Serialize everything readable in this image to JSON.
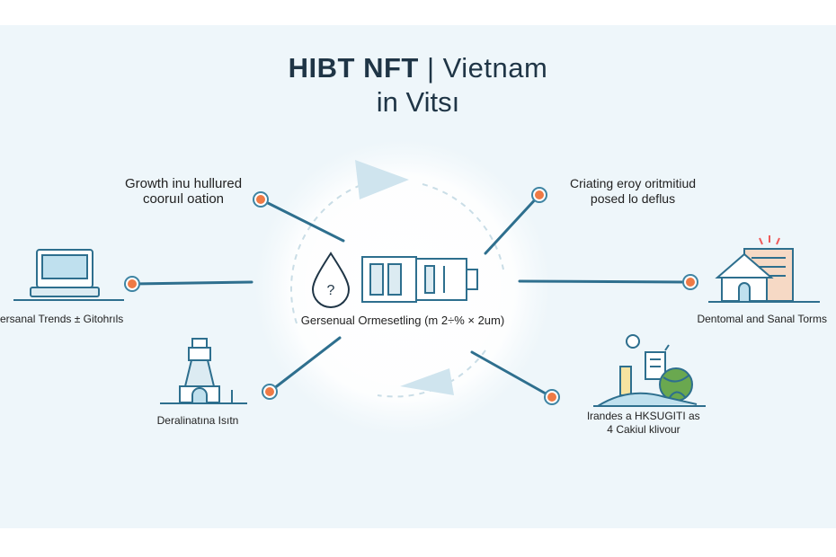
{
  "title": {
    "brand": "HIBT NFT",
    "separator": " | ",
    "line1_rest": "Vietnam",
    "line2": "in Vitsı"
  },
  "center_label": "Gersenual Ormesetling (m 2÷% × 2um)",
  "labels": {
    "top_left": [
      "Growth inu hullured",
      "cooruıl oation"
    ],
    "top_right": [
      "Criating eroy oritmitiud",
      "posed lo deflus"
    ],
    "mid_left": "ersanal Trends ± Gitohrıls",
    "mid_right": "Dentomal and Sanal Torms",
    "bottom_left": "Deralinatına Isıtn",
    "bottom_right": [
      "lrandes a HKSUGITI as",
      "4 Cakiul klivour"
    ]
  },
  "icons": {
    "center_drop": "question-drop-icon",
    "center_device": "server-module-icon",
    "left_laptop": "laptop-icon",
    "right_house": "house-building-icon",
    "left_tower": "tower-landmark-icon",
    "right_industry": "industry-globe-icon"
  },
  "colors": {
    "accent": "#3e84a3",
    "node": "#ef7a45",
    "background": "#eef6fa",
    "text": "#1f3546"
  }
}
